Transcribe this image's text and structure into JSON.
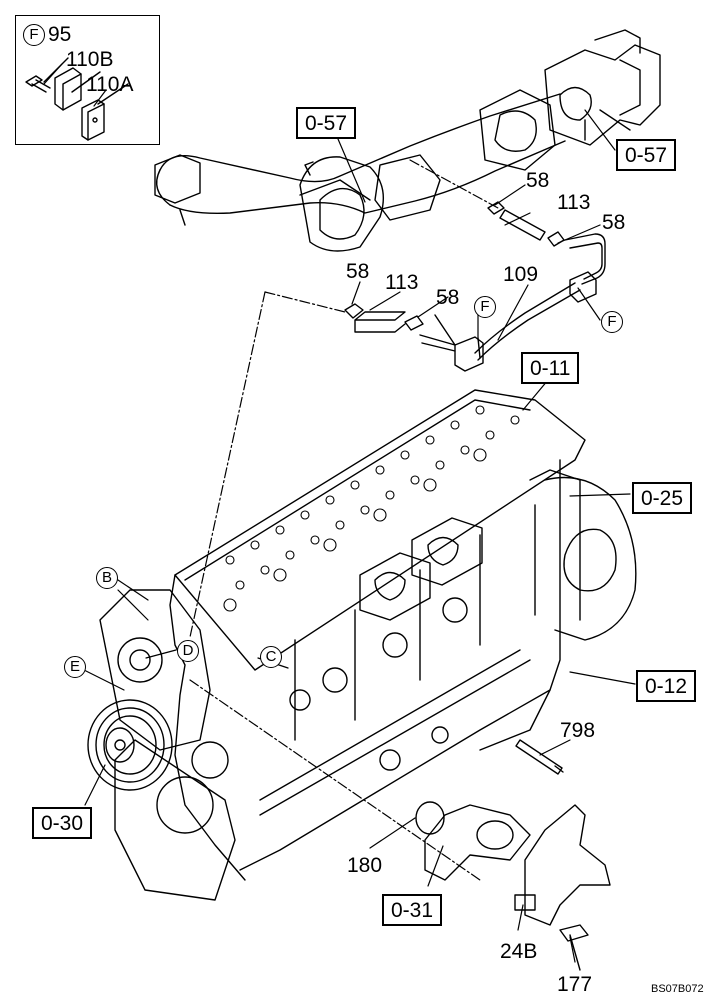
{
  "inset": {
    "circle_letter": "F",
    "labels": [
      "95",
      "110B",
      "110A"
    ]
  },
  "refs": [
    "0-57",
    "0-57",
    "0-11",
    "0-25",
    "0-12",
    "0-30",
    "0-31"
  ],
  "part_numbers": [
    "58",
    "113",
    "58",
    "58",
    "113",
    "58",
    "109",
    "798",
    "180",
    "24B",
    "177"
  ],
  "circle_letters": [
    "F",
    "F",
    "B",
    "D",
    "C",
    "E"
  ],
  "drawing_code": "BS07B072"
}
